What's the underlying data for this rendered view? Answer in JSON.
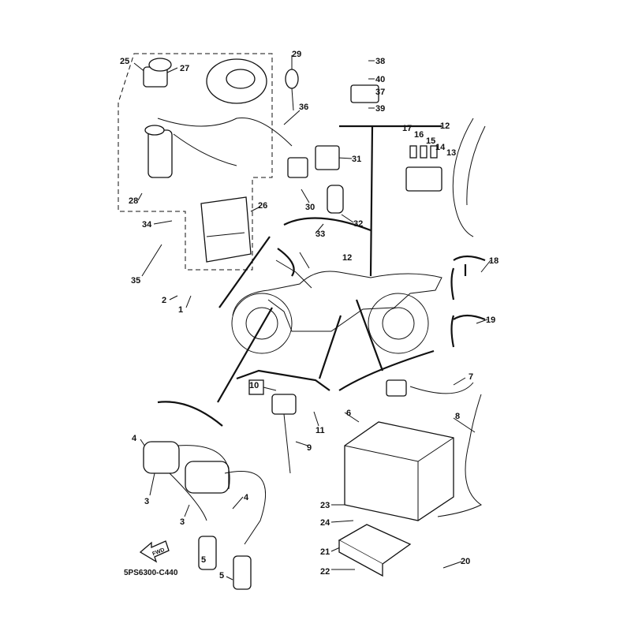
{
  "diagram": {
    "title_code": "5PS6300-C440",
    "fwd_label": "FWD",
    "callouts": [
      "25",
      "27",
      "29",
      "38",
      "40",
      "37",
      "39",
      "36",
      "17",
      "16",
      "15",
      "14",
      "13",
      "12",
      "31",
      "30",
      "26",
      "32",
      "33",
      "34",
      "28",
      "35",
      "12",
      "18",
      "2",
      "1",
      "19",
      "7",
      "10",
      "6",
      "8",
      "11",
      "4",
      "9",
      "3",
      "3",
      "4",
      "23",
      "24",
      "21",
      "5",
      "5",
      "20",
      "22"
    ]
  }
}
